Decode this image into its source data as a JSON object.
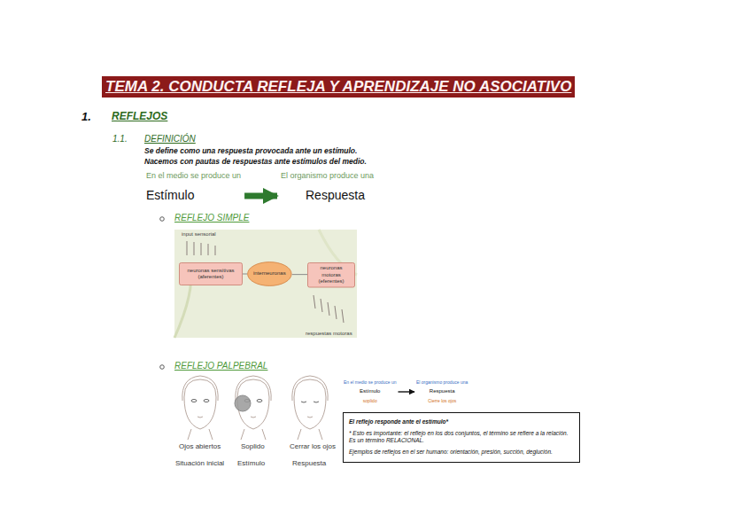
{
  "diagram": {
    "title": "TEMA 2. CONDUCTA REFLEJA Y APRENDIZAJE NO ASOCIATIVO",
    "nodes": [
      {
        "text": [
          "En el medio se produce un",
          "Estímulo"
        ]
      },
      {
        "text": [
          "El organismo produce una",
          "Respuesta"
        ]
      },
      {
        "text": [
          "neuronas sensitivas (aferentes)"
        ]
      },
      {
        "text": [
          "interneuronas"
        ]
      },
      {
        "text": [
          "neuronas motoras (eferentes)"
        ]
      },
      {
        "text": [
          "En el medio se produce un",
          "Estímulo",
          "soplido"
        ]
      },
      {
        "text": [
          "El organismo produce una",
          "Respuesta",
          "Cierre los ojos"
        ]
      },
      {
        "text": [
          "El reflejo responde ante el estímulo*",
          "* Esto es importante: el reflejo en los dos conjuntos, el término se refiere a la relación. Es un término RELACIONAL.",
          "Ejemplos de reflejos en el ser humano: orientación, presión, succión, deglución."
        ]
      }
    ],
    "edges": [
      {
        "from": 0,
        "to": 1,
        "arrow": "to"
      },
      {
        "from": 2,
        "to": 3,
        "arrow": "none"
      },
      {
        "from": 3,
        "to": 4,
        "arrow": "none"
      },
      {
        "from": 5,
        "to": 6,
        "arrow": "to"
      }
    ],
    "labels": [
      "1.",
      "REFLEJOS",
      "1.1.",
      "DEFINICIÓN",
      "Se define como una respuesta provocada ante un estímulo.",
      "Nacemos con pautas de respuestas ante estímulos del medio.",
      "REFLEJO SIMPLE",
      "input sensorial",
      "respuestas motoras",
      "REFLEJO PALPEBRAL",
      "Ojos abiertos",
      "Soplido",
      "Cerrar los ojos",
      "Situación inicial",
      "Estímulo",
      "Respuesta"
    ]
  }
}
